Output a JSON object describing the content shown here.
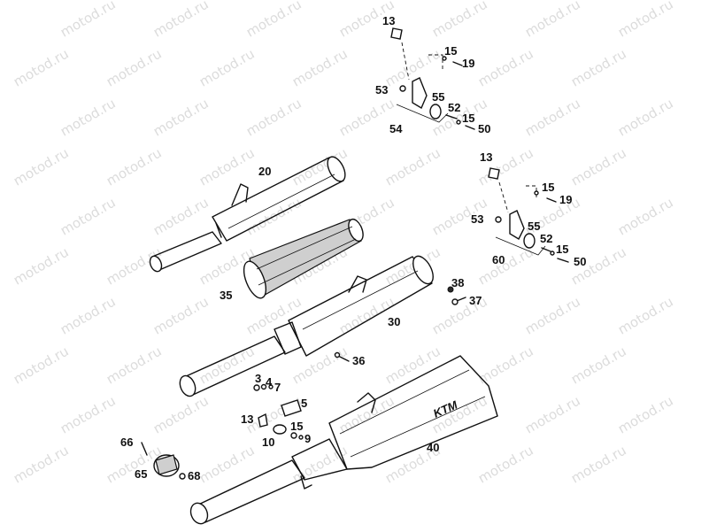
{
  "watermark": "motod.ru",
  "labels": {
    "top_bracket": [
      "13",
      "15",
      "19",
      "53",
      "55",
      "52",
      "15",
      "50",
      "54"
    ],
    "mid_bracket": [
      "13",
      "15",
      "19",
      "53",
      "55",
      "52",
      "15",
      "50",
      "60"
    ],
    "silencer_20": "20",
    "insert_35": "35",
    "silencer_30": "30",
    "screw_38": "38",
    "screw_37": "37",
    "screw_36": "36",
    "silencer_40": "40",
    "hw_3": "3",
    "hw_4": "4",
    "hw_7": "7",
    "hw_5": "5",
    "hw_13": "13",
    "hw_10": "10",
    "hw_15": "15",
    "hw_9": "9",
    "clamp_66": "66",
    "clamp_65": "65",
    "clamp_68": "68"
  },
  "logo": "KTM"
}
